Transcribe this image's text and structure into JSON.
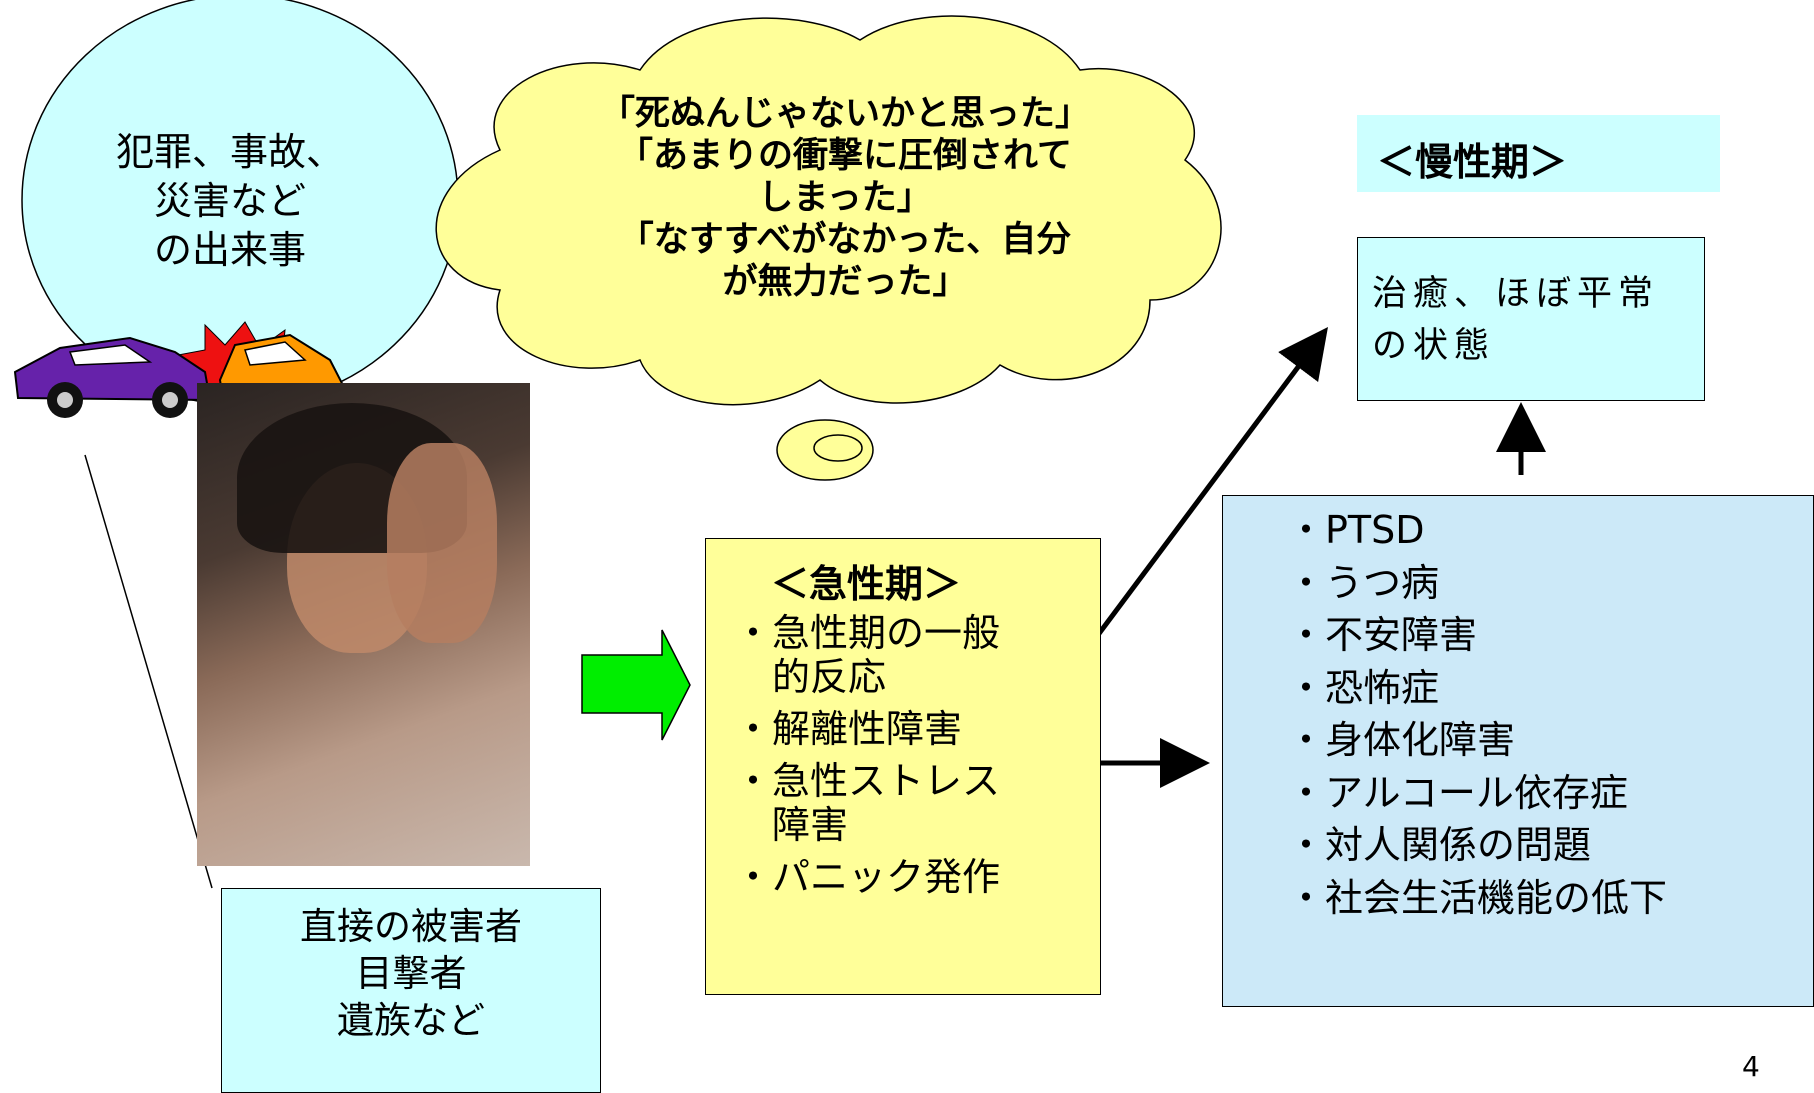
{
  "event_circle": {
    "lines": [
      "犯罪、事故、",
      "災害など",
      "の出来事"
    ]
  },
  "thought_bubble": {
    "lines": [
      "「死ぬんじゃないかと思った」",
      "「あまりの衝撃に圧倒されて",
      "しまった」",
      "「なすすべがなかった、自分",
      "が無力だった」"
    ]
  },
  "victim_box": {
    "lines": [
      "直接の被害者",
      "目撃者",
      "遺族など"
    ]
  },
  "acute_box": {
    "title": "＜急性期＞",
    "items": [
      "・急性期の一般",
      "　的反応",
      "・解離性障害",
      "・急性ストレス",
      "　障害",
      "・パニック発作"
    ]
  },
  "chronic_box": {
    "items": [
      "・PTSD",
      "・うつ病",
      "・不安障害",
      "・恐怖症",
      "・身体化障害",
      "・アルコール依存症",
      "・対人関係の問題",
      "・社会生活機能の低下"
    ]
  },
  "chronic_label": {
    "title": "＜慢性期＞"
  },
  "recovery_box": {
    "lines": [
      "治癒、ほぼ平常",
      "の状態"
    ]
  },
  "page_number": "4",
  "colors": {
    "cyan": "#ccffff",
    "yellow": "#ffff99",
    "light_blue": "#cce9f8",
    "green_arrow": "#00ee00"
  }
}
